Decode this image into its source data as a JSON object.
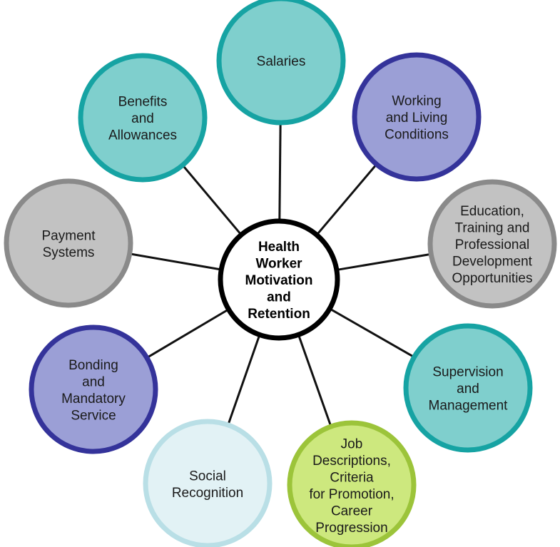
{
  "center": {
    "lines": [
      "Health",
      "Worker",
      "Motivation",
      "and",
      "Retention"
    ]
  },
  "colors": {
    "teal_fill": "#7fcfcd",
    "teal_border": "#16a3a3",
    "purple_fill": "#9b9fd6",
    "purple_border": "#34339a",
    "grey_fill": "#c2c2c2",
    "grey_border": "#8a8a8a",
    "lightblue_fill": "#e2f2f5",
    "lightblue_border": "#b9dfe6",
    "green_fill": "#cde87e",
    "green_border": "#9cc43a",
    "center_fill": "#ffffff",
    "center_border": "#000000"
  },
  "nodes": [
    {
      "id": "salaries",
      "lines": [
        "Salaries"
      ],
      "theme": "teal"
    },
    {
      "id": "working-living-conditions",
      "lines": [
        "Working",
        "and Living",
        "Conditions"
      ],
      "theme": "purple"
    },
    {
      "id": "education-training",
      "lines": [
        "Education,",
        "Training and",
        "Professional",
        "Development",
        "Opportunities"
      ],
      "theme": "grey"
    },
    {
      "id": "supervision-management",
      "lines": [
        "Supervision",
        "and",
        "Management"
      ],
      "theme": "teal"
    },
    {
      "id": "job-descriptions",
      "lines": [
        "Job",
        "Descriptions,",
        "Criteria",
        "for Promotion,",
        "Career",
        "Progression"
      ],
      "theme": "green"
    },
    {
      "id": "social-recognition",
      "lines": [
        "Social",
        "Recognition"
      ],
      "theme": "lightblue"
    },
    {
      "id": "bonding-mandatory-service",
      "lines": [
        "Bonding",
        "and",
        "Mandatory",
        "Service"
      ],
      "theme": "purple"
    },
    {
      "id": "payment-systems",
      "lines": [
        "Payment",
        "Systems"
      ],
      "theme": "grey"
    },
    {
      "id": "benefits-allowances",
      "lines": [
        "Benefits",
        "and",
        "Allowances"
      ],
      "theme": "teal"
    }
  ]
}
